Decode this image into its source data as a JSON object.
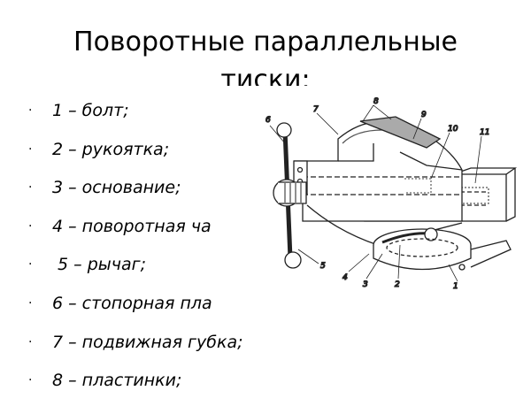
{
  "slide": {
    "title_line1": "Поворотные параллельные",
    "title_line2": "тиски:",
    "bullets": [
      {
        "text": "1 – болт;"
      },
      {
        "text": "2 – рукоятка;"
      },
      {
        "text": "3 – основание;"
      },
      {
        "text": "4 – поворотная ча"
      },
      {
        "text": " 5 – рычаг;"
      },
      {
        "text": "6 – стопорная пла"
      },
      {
        "text": "7 – подвижная губка;"
      },
      {
        "text": "8 – пластинки;"
      }
    ],
    "bullet_glyph": "·"
  },
  "figure": {
    "labels": [
      "1",
      "2",
      "3",
      "4",
      "5",
      "6",
      "7",
      "8",
      "9",
      "10",
      "11"
    ]
  }
}
